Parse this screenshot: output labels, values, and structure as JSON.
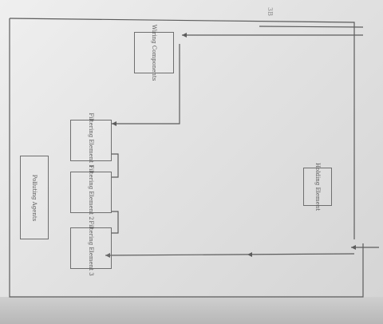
{
  "diagram": {
    "blocks": [
      {
        "id": "wiring",
        "label": "Wiring Components"
      },
      {
        "id": "filter1",
        "label": "Filtering Element 1"
      },
      {
        "id": "filter2",
        "label": "Filtering Element 2"
      },
      {
        "id": "filter3",
        "label": "Filtering Element 3"
      },
      {
        "id": "input",
        "label": "Polluting Agents"
      },
      {
        "id": "holding",
        "label": "Holding Element"
      }
    ],
    "scribbles": [
      "3B"
    ],
    "colors": {
      "ink": "#5c5c5c",
      "paper": "#e6e6e6"
    }
  }
}
